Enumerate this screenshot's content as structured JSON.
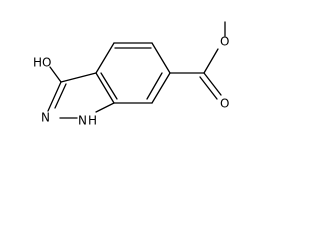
{
  "molecule": {
    "atoms": {
      "hydroxyl": "HO",
      "ring_nitrogen": "N",
      "nh_nitrogen": "N",
      "nh_hydrogen": "H",
      "carbonyl_oxygen": "O",
      "ester_oxygen": "O"
    }
  }
}
